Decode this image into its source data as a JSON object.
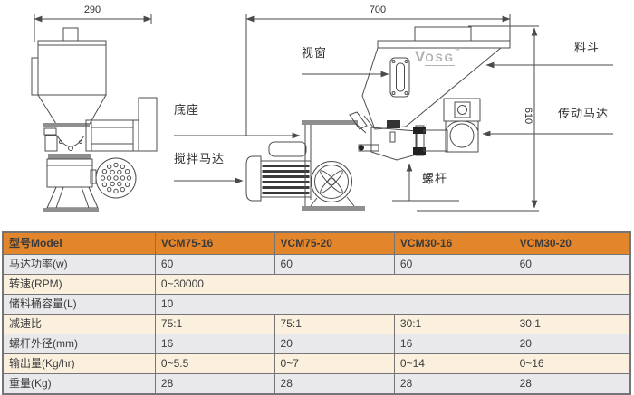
{
  "diagram": {
    "dimensions": {
      "width_small": "290",
      "width_main": "700",
      "height_main": "610"
    },
    "labels": {
      "viewing_window": "视窗",
      "hopper": "料斗",
      "base": "底座",
      "drive_motor": "传动马达",
      "mixing_motor": "搅拌马达",
      "screw": "螺杆"
    },
    "logo": {
      "v": "V",
      "rest": "OSG"
    }
  },
  "table": {
    "header": [
      "型号Model",
      "VCM75-16",
      "VCM75-20",
      "VCM30-16",
      "VCM30-20"
    ],
    "rows": [
      {
        "label": "马达功率(w)",
        "values": [
          "60",
          "60",
          "60",
          "60"
        ]
      },
      {
        "label": "转速(RPM)",
        "merged": true,
        "value": "0~30000"
      },
      {
        "label": "储料桶容量(L)",
        "merged": true,
        "value": "10"
      },
      {
        "label": "减速比",
        "values": [
          "75:1",
          "75:1",
          "30:1",
          "30:1"
        ]
      },
      {
        "label": "螺杆外径(mm)",
        "values": [
          "16",
          "20",
          "16",
          "20"
        ]
      },
      {
        "label": "输出量(Kg/hr)",
        "values": [
          "0~5.5",
          "0~7",
          "0~14",
          "0~16"
        ]
      },
      {
        "label": "重量(Kg)",
        "values": [
          "28",
          "28",
          "28",
          "28"
        ]
      }
    ],
    "colors": {
      "header_bg": "#E3862B",
      "row_gray": "#E9E9EB",
      "row_peach": "#FAF0DD",
      "border": "#757575",
      "header_text": "#3A3A3A"
    }
  }
}
